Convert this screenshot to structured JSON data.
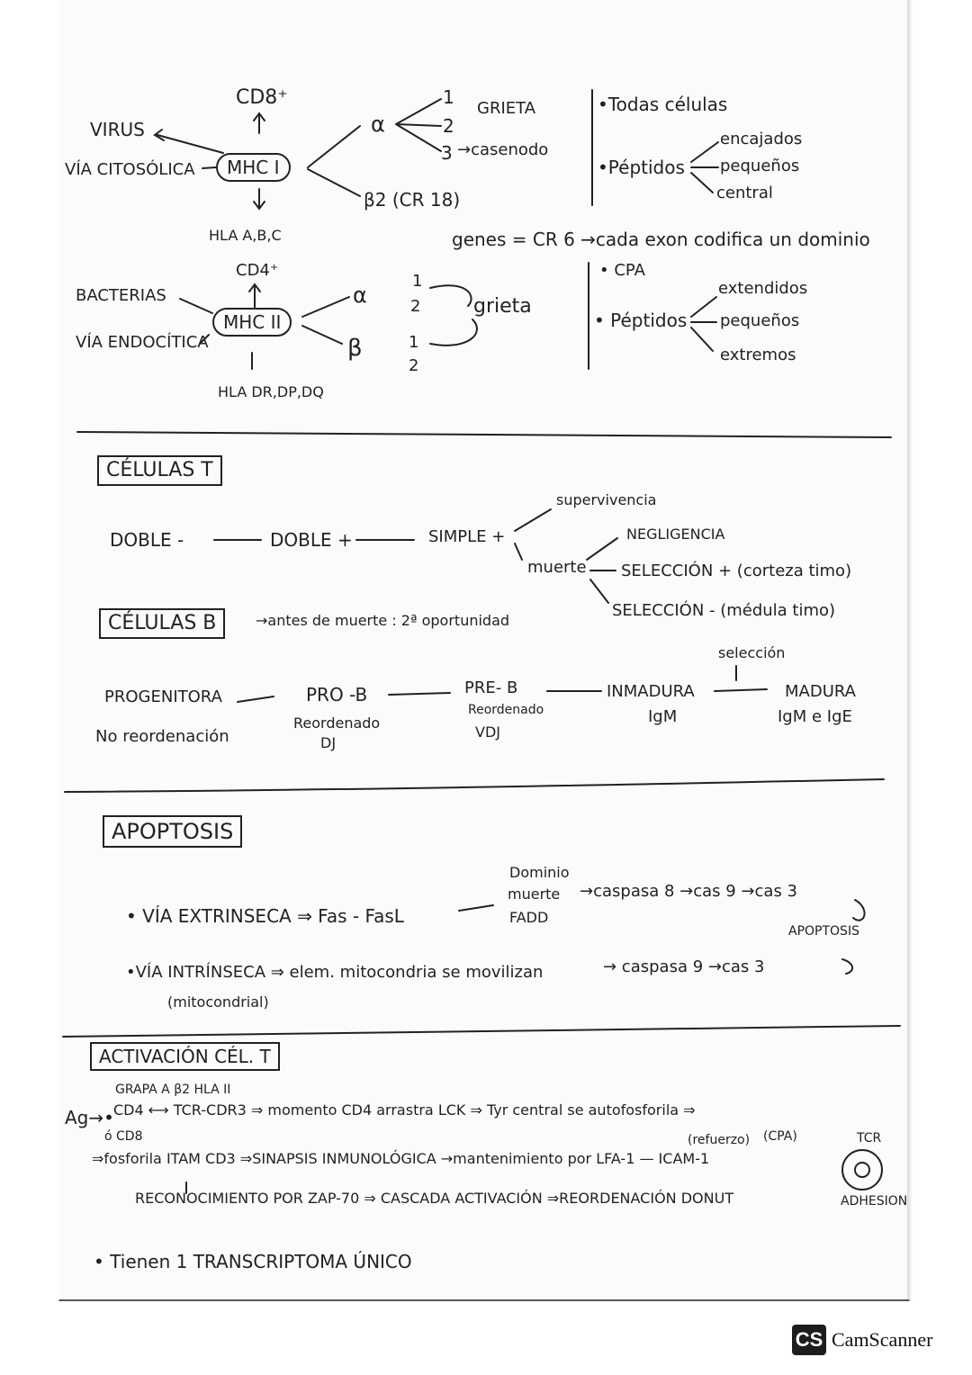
{
  "mhc1": {
    "cd8": "CD8⁺",
    "virus": "VIRUS",
    "via_citosolica": "VÍA CITOSÓLICA",
    "label": "MHC I",
    "hla": "HLA A,B,C",
    "alpha": "α",
    "a1": "1",
    "a2": "2",
    "a3": "3",
    "grieta": "GRIETA",
    "casenodo": "→casenodo",
    "b2": "β2 (CR 18)",
    "todas": "•Todas células",
    "peptidos": "•Péptidos",
    "p1": "encajados",
    "p2": "pequeños",
    "p3": "central"
  },
  "genes_line": "genes = CR 6 →cada exon codifica un dominio",
  "mhc2": {
    "cd4": "CD4⁺",
    "bacterias": "BACTERIAS",
    "via_endocitica": "VÍA ENDOCÍTICA",
    "label": "MHC II",
    "hla": "HLA DR,DP,DQ",
    "alpha": "α",
    "beta": "β",
    "n1": "1",
    "n2": "2",
    "grieta": "grieta",
    "cpa": "• CPA",
    "peptidos": "• Péptidos",
    "p1": "extendidos",
    "p2": "pequeños",
    "p3": "extremos"
  },
  "celulas_t": {
    "title": "CÉLULAS T",
    "doble_neg": "DOBLE -",
    "doble_pos": "DOBLE +",
    "simple": "SIMPLE +",
    "supervivencia": "supervivencia",
    "muerte": "muerte",
    "negligencia": "NEGLIGENCIA",
    "sel_pos": "SELECCIÓN + (corteza timo)",
    "sel_neg": "SELECCIÓN - (médula timo)"
  },
  "celulas_b": {
    "title": "CÉLULAS B",
    "note": "→antes de muerte : 2ª oportunidad",
    "seleccion": "selección",
    "progenitora": "PROGENITORA",
    "no_reord": "No reordenación",
    "pro_b": "PRO -B",
    "pro_b_sub1": "Reordenado",
    "pro_b_sub2": "DJ",
    "pre_b": "PRE- B",
    "pre_b_sub1": "Reordenado",
    "pre_b_sub2": "VDJ",
    "inmadura": "INMADURA",
    "inmadura_sub": "IgM",
    "madura": "MADURA",
    "madura_sub": "IgM e IgE"
  },
  "apoptosis": {
    "title": "APOPTOSIS",
    "extrinseca": "• VÍA EXTRINSECA ⇒ Fas - FasL",
    "dominio1": "Dominio",
    "dominio2": "muerte",
    "dominio3": "FADD",
    "casp_chain": "→caspasa 8 →cas 9 →cas 3",
    "apoptosis_label": "APOPTOSIS",
    "intrinseca": "•VÍA INTRÍNSECA ⇒ elem. mitocondria se movilizan",
    "intrinseca_sub": "(mitocondrial)",
    "intr_chain": "→ caspasa 9 →cas 3"
  },
  "activacion": {
    "title": "ACTIVACIÓN CÉL. T",
    "grapa": "GRAPA A β2 HLA II",
    "ag": "Ag→•",
    "line1": "CD4 ⟷ TCR-CDR3 ⇒ momento CD4 arrastra LCK ⇒ Tyr central se autofosforila ⇒",
    "oc8": "ó CD8",
    "line2": "⇒fosforila ITAM CD3 ⇒SINAPSIS INMUNOLÓGICA →mantenimiento por LFA-1 — ICAM-1",
    "refuerzo1": "(refuerzo)",
    "refuerzo2": "(CPA)",
    "tcr": "TCR",
    "adhesion": "ADHESION",
    "line3": "RECONOCIMIENTO POR ZAP-70 ⇒ CASCADA ACTIVACIÓN ⇒REORDENACIÓN DONUT",
    "transcriptoma": "• Tienen 1 TRANSCRIPTOMA ÚNICO"
  },
  "logo": {
    "badge": "CS",
    "text": "CamScanner"
  }
}
